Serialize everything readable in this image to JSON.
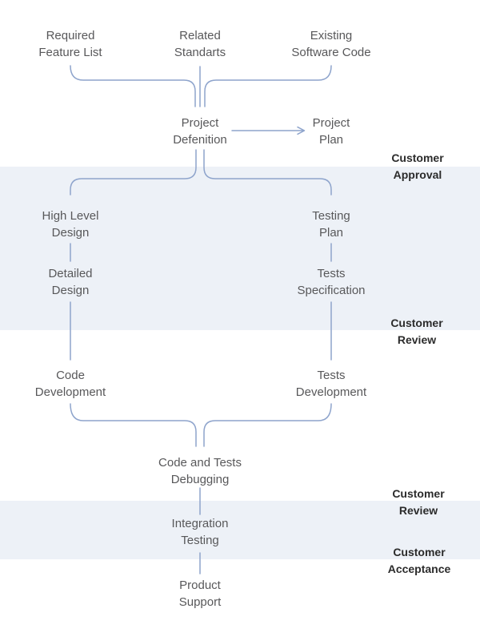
{
  "diagram": {
    "nodes": [
      {
        "label": "Required\nFeature List"
      },
      {
        "label": "Related\nStandarts"
      },
      {
        "label": "Existing\nSoftware Code"
      },
      {
        "label": "Project\nDefenition"
      },
      {
        "label": "Project\nPlan"
      },
      {
        "label": "High Level\nDesign"
      },
      {
        "label": "Testing\nPlan"
      },
      {
        "label": "Detailed\nDesign"
      },
      {
        "label": "Tests\nSpecification"
      },
      {
        "label": "Code\nDevelopment"
      },
      {
        "label": "Tests\nDevelopment"
      },
      {
        "label": "Code and Tests\nDebugging"
      },
      {
        "label": "Integration\nTesting"
      },
      {
        "label": "Product\nSupport"
      }
    ],
    "phase_labels": [
      {
        "label": "Customer\nApproval"
      },
      {
        "label": "Customer\nReview"
      },
      {
        "label": "Customer\nReview"
      },
      {
        "label": "Customer\nAcceptance"
      }
    ],
    "colors": {
      "background": "#ffffff",
      "band": "#edf1f7",
      "connector": "#8ea4cc",
      "node_text": "#58585a",
      "label_text": "#2b2b2b"
    }
  }
}
